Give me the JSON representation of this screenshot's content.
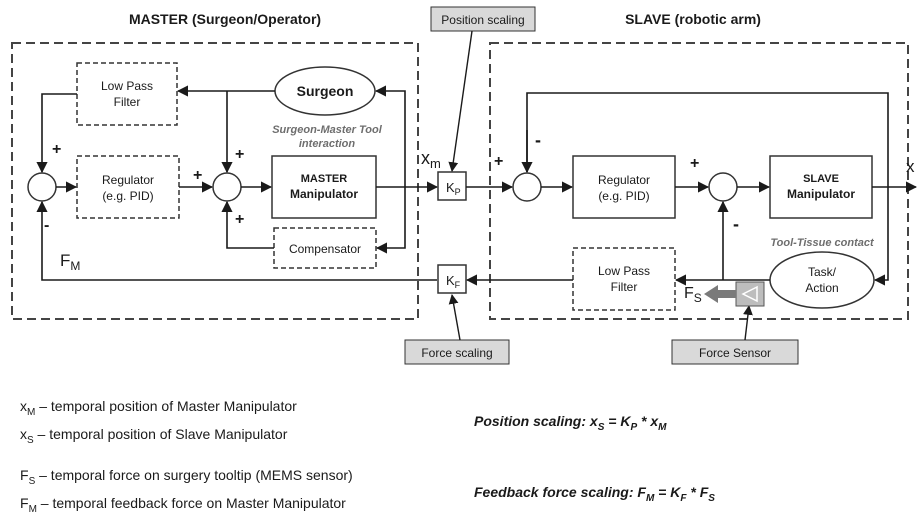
{
  "headings": {
    "master": "MASTER (Surgeon/Operator)",
    "slave": "SLAVE (robotic arm)"
  },
  "blocks": {
    "low_pass_master_1": "Low Pass",
    "low_pass_master_2": "Filter",
    "regulator_master_1": "Regulator",
    "regulator_master_2": "(e.g. PID)",
    "surgeon": "Surgeon",
    "master_manip_1": "MASTER",
    "master_manip_2": "Manipulator",
    "compensator": "Compensator",
    "regulator_slave_1": "Regulator",
    "regulator_slave_2": "(e.g. PID)",
    "slave_manip_1": "SLAVE",
    "slave_manip_2": "Manipulator",
    "low_pass_slave_1": "Low Pass",
    "low_pass_slave_2": "Filter",
    "task_1": "Task/",
    "task_2": "Action"
  },
  "italic_labels": {
    "surgeon_master_1": "Surgeon-Master Tool",
    "surgeon_master_2": "interaction",
    "tool_tissue": "Tool-Tissue contact"
  },
  "callouts": {
    "position_scaling": "Position scaling",
    "force_scaling": "Force scaling",
    "force_sensor": "Force Sensor"
  },
  "gains": {
    "kp": "K",
    "kp_sub": "P",
    "kf": "K",
    "kf_sub": "F"
  },
  "signals": {
    "xm": "x",
    "xm_sub": "m",
    "fm": "F",
    "fm_sub": "M",
    "fs": "F",
    "fs_sub": "S",
    "x_out": "x"
  },
  "signs": {
    "plus": "+",
    "minus": "-"
  },
  "legend": [
    {
      "sym": "x",
      "sub": "M",
      "text": " – temporal position of Master Manipulator"
    },
    {
      "sym": "x",
      "sub": "S",
      "text": " – temporal position of Slave Manipulator"
    },
    {
      "sym": "F",
      "sub": "S",
      "text": " – temporal force on surgery tooltip (MEMS sensor)"
    },
    {
      "sym": "F",
      "sub": "M",
      "text": " – temporal feedback force on Master Manipulator"
    }
  ],
  "formulas": {
    "position": {
      "label": "Position scaling: x",
      "lhs_sub": "S",
      "mid": " = K",
      "k_sub": "P",
      "tail": " * x",
      "tail_sub": "M"
    },
    "feedback": {
      "label": "Feedback force scaling: F",
      "lhs_sub": "M",
      "mid": " = K",
      "k_sub": "F",
      "tail": " * F",
      "tail_sub": "S"
    }
  }
}
